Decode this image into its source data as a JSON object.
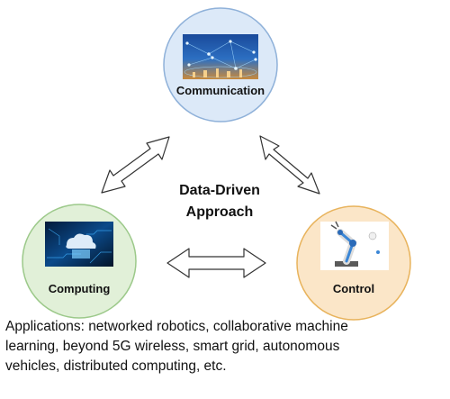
{
  "nodes": {
    "communication": {
      "label": "Communication",
      "fill": "#dce9f8",
      "stroke": "#8fb1d9"
    },
    "computing": {
      "label": "Computing",
      "fill": "#e1f0d8",
      "stroke": "#9cc98a"
    },
    "control": {
      "label": "Control",
      "fill": "#fbe6c8",
      "stroke": "#e8b35c"
    }
  },
  "center": {
    "line1": "Data-Driven",
    "line2": "Approach"
  },
  "caption": {
    "line1": "Applications: networked robotics, collaborative machine",
    "line2": "learning, beyond 5G wireless, smart grid, autonomous",
    "line3": "vehicles, distributed computing, etc."
  },
  "colors": {
    "arrow_stroke": "#333333",
    "arrow_fill": "#ffffff",
    "text": "#111111"
  }
}
